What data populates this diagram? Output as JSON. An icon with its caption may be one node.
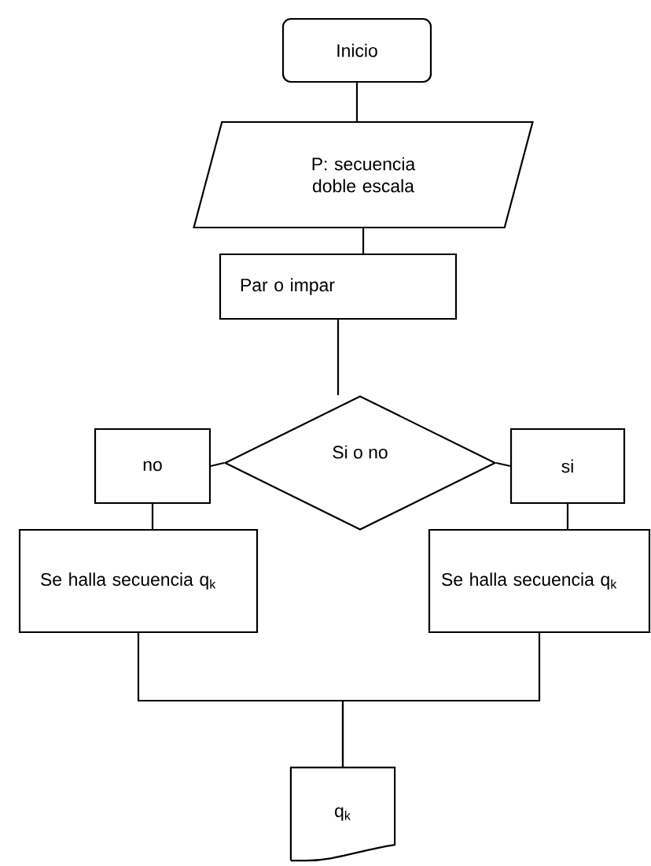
{
  "diagram": {
    "nodes": [
      {
        "text": [
          "Inicio"
        ]
      },
      {
        "text": [
          "P: secuencia doble escala"
        ]
      },
      {
        "text": [
          "Par o impar"
        ]
      },
      {
        "text": [
          "Si o  no"
        ]
      },
      {
        "text": [
          "no"
        ]
      },
      {
        "text": [
          "si"
        ]
      },
      {
        "text": [
          "Se halla secuencia q$_{k}$"
        ]
      },
      {
        "text": [
          "Se halla secuencia q$_{k}$"
        ]
      },
      {
        "text": [
          "q$_{k}$"
        ]
      }
    ],
    "edges": [
      {
        "from": 0,
        "to": 1,
        "arrow": "none"
      },
      {
        "from": 1,
        "to": 2,
        "arrow": "none"
      },
      {
        "from": 2,
        "to": 3,
        "arrow": "none"
      },
      {
        "from": 3,
        "to": 4,
        "arrow": "none"
      },
      {
        "from": 3,
        "to": 5,
        "arrow": "none"
      },
      {
        "from": 4,
        "to": 6,
        "arrow": "none"
      },
      {
        "from": 5,
        "to": 7,
        "arrow": "none"
      },
      {
        "from": 6,
        "to": 8,
        "arrow": "none"
      },
      {
        "from": 7,
        "to": 8,
        "arrow": "none"
      }
    ]
  }
}
